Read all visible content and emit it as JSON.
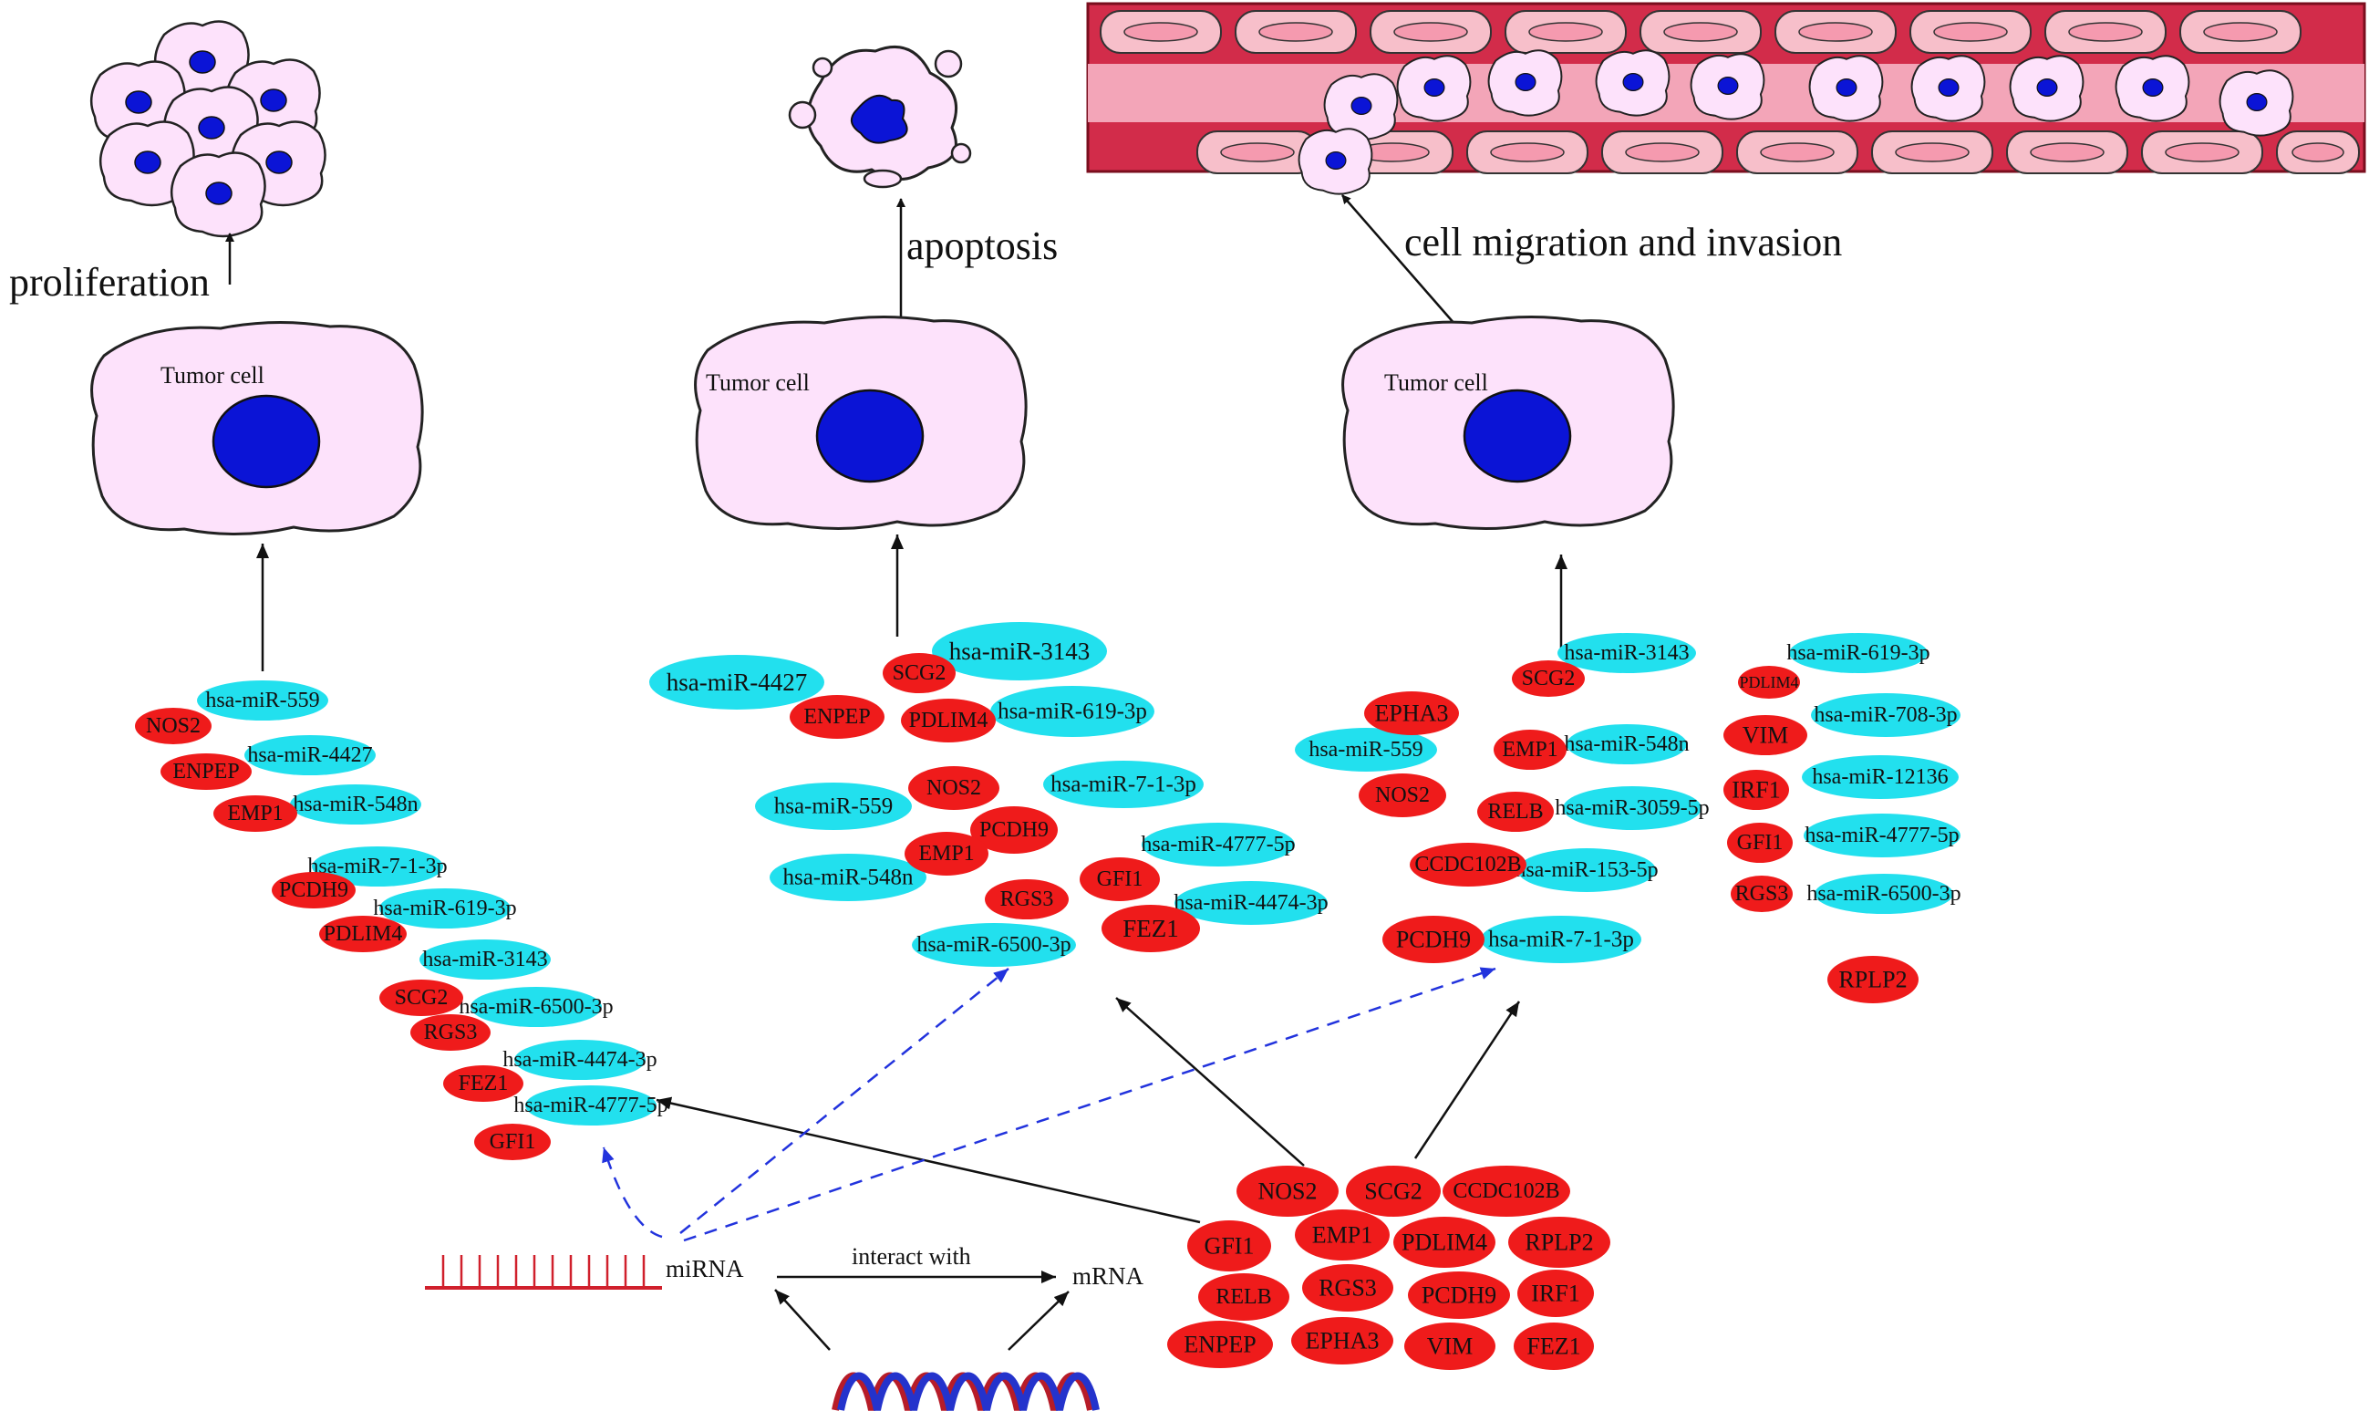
{
  "labels": {
    "proliferation": "proliferation",
    "apoptosis": "apoptosis",
    "migration": "cell migration and invasion",
    "tumor_cell": "Tumor cell",
    "mirna": "miRNA",
    "mrna": "mRNA",
    "interact_with": "interact with"
  },
  "colors": {
    "gene": "#ef1b1b",
    "mirna": "#22e0ee",
    "tumor_cell_fill": "#fde2fb",
    "nucleus": "#0b14d6",
    "vessel_wall": "#d22c4a",
    "vessel_inner": "#f3a5b8",
    "dashed_arrow": "#2233dd",
    "helix_red": "#b71c28",
    "helix_blue": "#2433cc"
  },
  "cluster1": {
    "mirna": [
      "hsa-miR-559",
      "hsa-miR-4427",
      "hsa-miR-548n",
      "hsa-miR-7-1-3p",
      "hsa-miR-619-3p",
      "hsa-miR-3143",
      "hsa-miR-6500-3p",
      "hsa-miR-4474-3p",
      "hsa-miR-4777-5p"
    ],
    "genes": [
      "NOS2",
      "ENPEP",
      "EMP1",
      "PCDH9",
      "PDLIM4",
      "SCG2",
      "RGS3",
      "FEZ1",
      "GFI1"
    ]
  },
  "cluster2": {
    "mirna": [
      "hsa-miR-4427",
      "hsa-miR-3143",
      "hsa-miR-619-3p",
      "hsa-miR-559",
      "hsa-miR-7-1-3p",
      "hsa-miR-548n",
      "hsa-miR-4777-5p",
      "hsa-miR-4474-3p",
      "hsa-miR-6500-3p"
    ],
    "genes": [
      "SCG2",
      "ENPEP",
      "PDLIM4",
      "NOS2",
      "PCDH9",
      "EMP1",
      "GFI1",
      "RGS3",
      "FEZ1"
    ]
  },
  "cluster3": {
    "mirna": [
      "hsa-miR-3143",
      "hsa-miR-559",
      "hsa-miR-548n",
      "hsa-miR-3059-5p",
      "hsa-miR-153-5p",
      "hsa-miR-7-1-3p"
    ],
    "genes": [
      "SCG2",
      "EPHA3",
      "EMP1",
      "NOS2",
      "RELB",
      "CCDC102B",
      "PCDH9"
    ]
  },
  "cluster4": {
    "mirna": [
      "hsa-miR-619-3p",
      "hsa-miR-708-3p",
      "hsa-miR-12136",
      "hsa-miR-4777-5p",
      "hsa-miR-6500-3p"
    ],
    "genes": [
      "PDLIM4",
      "VIM",
      "IRF1",
      "GFI1",
      "RGS3",
      "RPLP2"
    ]
  },
  "bottom_genes": [
    "NOS2",
    "SCG2",
    "CCDC102B",
    "GFI1",
    "EMP1",
    "PDLIM4",
    "RPLP2",
    "RELB",
    "RGS3",
    "PCDH9",
    "IRF1",
    "ENPEP",
    "EPHA3",
    "VIM",
    "FEZ1"
  ]
}
